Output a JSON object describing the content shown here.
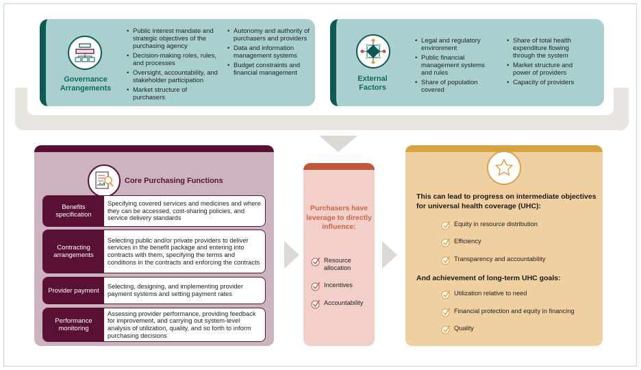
{
  "governance": {
    "title": "Governance Arrangements",
    "col1": [
      "Public interest mandate and strategic objectives of the purchasing agency",
      "Decision-making roles, rules, and processes",
      "Oversight, accountability, and stakeholder participation",
      "Market structure of purchasers"
    ],
    "col2": [
      "Autonomy and authority of purchasers and providers",
      "Data and information management systems",
      "Budget constraints and financial management"
    ]
  },
  "external": {
    "title": "External Factors",
    "col1": [
      "Legal and regulatory environment",
      "Public financial management systems and rules",
      "Share of population covered"
    ],
    "col2": [
      "Share of total health expenditure flowing through the system",
      "Market structure and power of providers",
      "Capacity of providers"
    ]
  },
  "core": {
    "title": "Core Purchasing Functions",
    "rows": [
      {
        "label": "Benefits specification",
        "text": "Specifying covered services and medicines and where they can be accessed, cost-sharing policies, and service delivery standards"
      },
      {
        "label": "Contracting arrangements",
        "text": "Selecting public and/or private providers to deliver services in the benefit package and entering into contracts with them, specifying the terms and conditions in the contracts and enforcing the contracts"
      },
      {
        "label": "Provider payment",
        "text": "Selecting, designing, and implementing provider payment systems and setting payment rates"
      },
      {
        "label": "Performance monitoring",
        "text": "Assessing provider performance, providing feedback for improvement, and carrying out system-level analysis of utilization, quality, and so forth to inform purchasing decisions"
      }
    ]
  },
  "purchasers": {
    "title": "Purchasers have leverage to directly influence:",
    "items": [
      "Resource allocation",
      "Incentives",
      "Accountability"
    ]
  },
  "uhc": {
    "heading1": "This can lead to progress on intermediate objectives for universal health coverage (UHC):",
    "items1": [
      "Equity in resource distribution",
      "Efficiency",
      "Transparency and accountability"
    ],
    "heading2": "And achievement of long-term UHC goals:",
    "items2": [
      "Utilization relative to need",
      "Financial protection and equity in financing",
      "Quality"
    ]
  },
  "colors": {
    "teal": "#0d5a55",
    "maroon": "#5a0f35",
    "rust": "#c0573a",
    "gold": "#d9a341"
  }
}
